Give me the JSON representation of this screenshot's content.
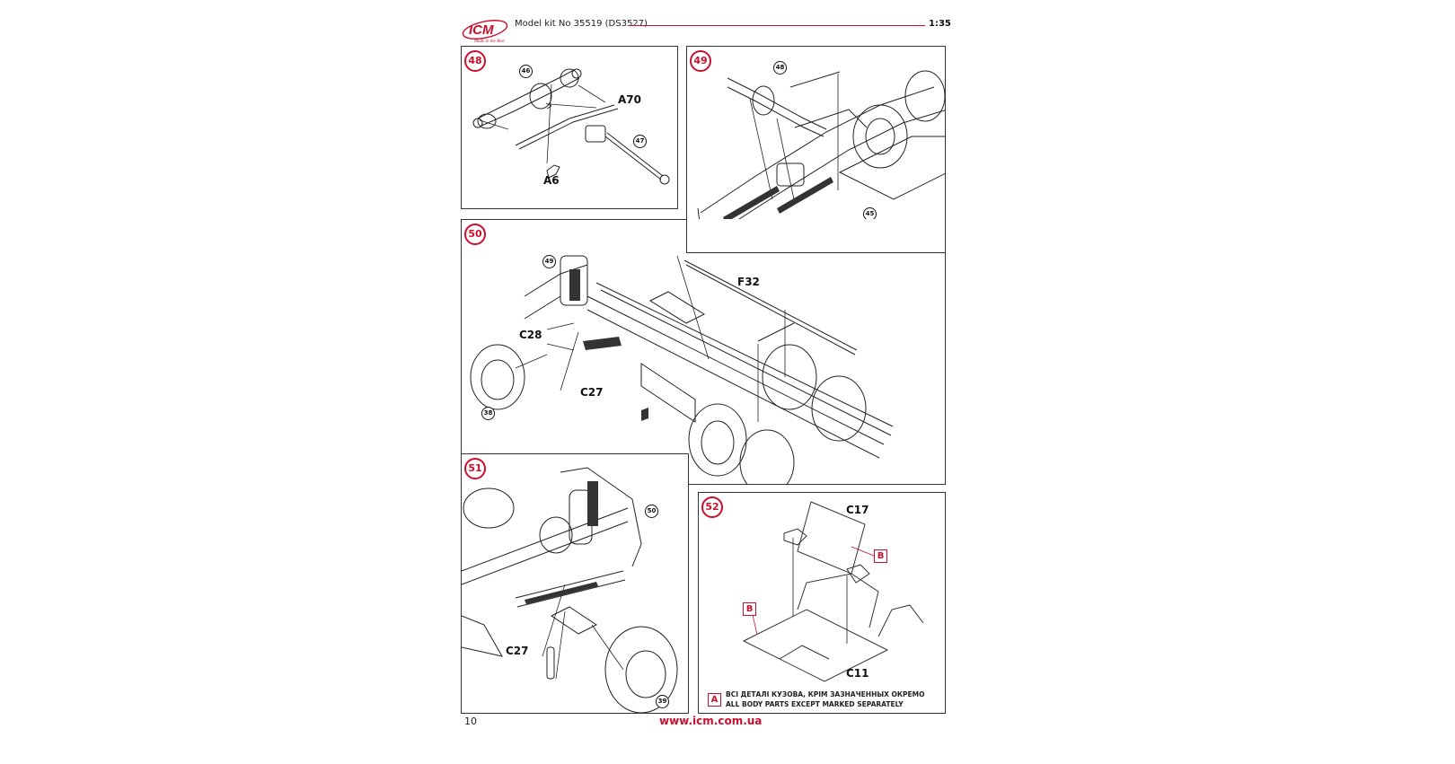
{
  "header": {
    "brand": "ICM",
    "brand_tagline": "Made in the Best",
    "title": "Model kit No 35519 (DS3527)",
    "scale": "1:35"
  },
  "steps": [
    {
      "number": "48",
      "labels": [
        "A70",
        "A6"
      ],
      "refs": [
        "46",
        "47"
      ]
    },
    {
      "number": "49",
      "labels": [],
      "refs": [
        "48",
        "45"
      ]
    },
    {
      "number": "50",
      "labels": [
        "F32",
        "C28",
        "C27"
      ],
      "refs": [
        "49",
        "38"
      ]
    },
    {
      "number": "51",
      "labels": [
        "C27"
      ],
      "refs": [
        "50",
        "39"
      ]
    },
    {
      "number": "52",
      "labels": [
        "C17",
        "C11"
      ],
      "refs": [],
      "tags": [
        "B",
        "B"
      ]
    }
  ],
  "legend": {
    "tag": "A",
    "line_ua": "ВСІ ДЕТАЛІ КУЗОВА, КРІМ ЗАЗНАЧЕННЫХ ОКРЕМО",
    "line_en": "ALL BODY PARTS EXCEPT MARKED SEPARATELY"
  },
  "footer": {
    "page_number": "10",
    "url": "www.icm.com.ua"
  },
  "colors": {
    "accent": "#c8102e",
    "line": "#333333"
  }
}
